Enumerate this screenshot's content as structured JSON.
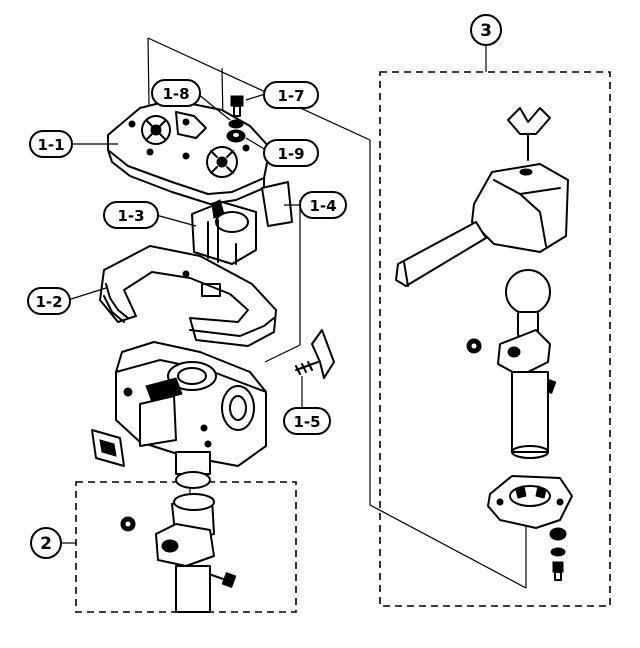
{
  "callouts": {
    "c11": "1-1",
    "c12": "1-2",
    "c13": "1-3",
    "c14": "1-4",
    "c15": "1-5",
    "c17": "1-7",
    "c18": "1-8",
    "c19": "1-9"
  },
  "groups": {
    "g2": "2",
    "g3": "3"
  }
}
